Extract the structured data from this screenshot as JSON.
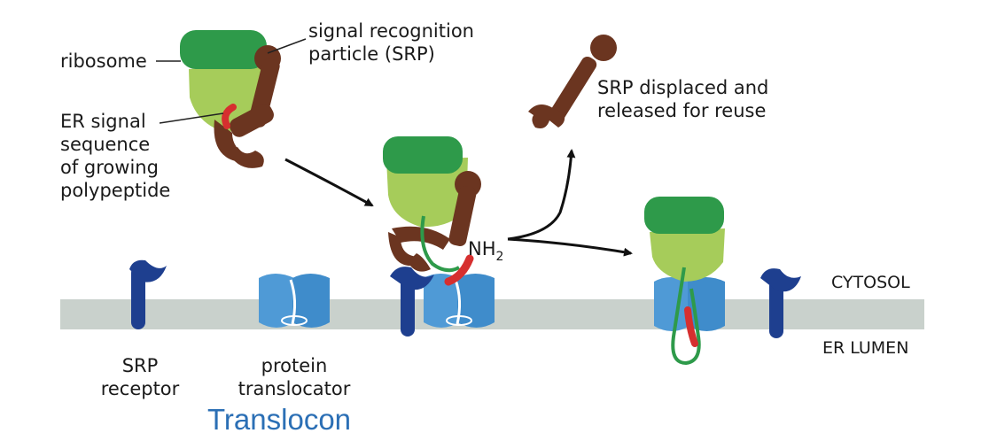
{
  "labels": {
    "ribosome": "ribosome",
    "srp": [
      "signal recognition",
      "particle (SRP)"
    ],
    "er_signal": [
      "ER signal",
      "sequence",
      "of growing",
      "polypeptide"
    ],
    "srp_displaced": [
      "SRP displaced and",
      "released for reuse"
    ],
    "nh2": "NH",
    "nh2_sub": "2",
    "cytosol": "CYTOSOL",
    "er_lumen": "ER LUMEN",
    "srp_receptor": [
      "SRP",
      "receptor"
    ],
    "protein_translocator": [
      "protein",
      "translocator"
    ],
    "translocon": "Translocon"
  },
  "colors": {
    "ribosome_large": "#2e9a4a",
    "ribosome_small": "#a6cc5a",
    "srp": "#6b3520",
    "signal_sequence": "#d62f2f",
    "srp_receptor": "#1e3f8f",
    "translocator": "#4f9ad6",
    "membrane": "#c9d1cc",
    "translocon_text": "#2b6fb5"
  }
}
